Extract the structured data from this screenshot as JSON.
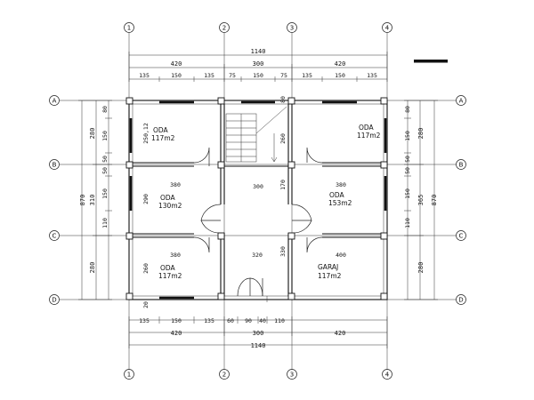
{
  "axes": {
    "columns": [
      "1",
      "2",
      "3",
      "4"
    ],
    "rows": [
      "A",
      "B",
      "C",
      "D"
    ]
  },
  "dimensions": {
    "top_total": "1140",
    "top_spans": [
      "420",
      "300",
      "420"
    ],
    "top_details": [
      "135",
      "150",
      "135",
      "75",
      "150",
      "75",
      "135",
      "150",
      "135"
    ],
    "bottom_details": [
      "135",
      "150",
      "135",
      "60",
      "90",
      "40",
      "110"
    ],
    "bottom_spans": [
      "420",
      "300",
      "420"
    ],
    "bottom_total": "1140",
    "left_total": "870",
    "left_spans": [
      "280",
      "310",
      "280"
    ],
    "left_details": [
      "80",
      "150",
      "50",
      "50",
      "150",
      "110"
    ],
    "right_total": "870",
    "right_spans": [
      "280",
      "365",
      "280"
    ],
    "right_details": [
      "80",
      "150",
      "50",
      "50",
      "150",
      "110"
    ],
    "interior": {
      "room_width_left_mid": "380",
      "room_width_center_mid": "300",
      "room_width_right_mid": "380",
      "room_width_left_low": "380",
      "room_width_center_low": "320",
      "room_width_right_low": "400",
      "stair_height": "260",
      "stair_top": "80",
      "hall_170": "170",
      "height_250": "250,12",
      "height_290": "290",
      "height_260": "260",
      "height_330": "330",
      "height_20": "20"
    }
  },
  "rooms": [
    {
      "name": "ODA",
      "area": "117m2"
    },
    {
      "name": "ODA",
      "area": "117m2"
    },
    {
      "name": "ODA",
      "area": "130m2"
    },
    {
      "name": "ODA",
      "area": "153m2"
    },
    {
      "name": "ODA",
      "area": "117m2"
    },
    {
      "name": "GARAJ",
      "area": "117m2"
    }
  ]
}
